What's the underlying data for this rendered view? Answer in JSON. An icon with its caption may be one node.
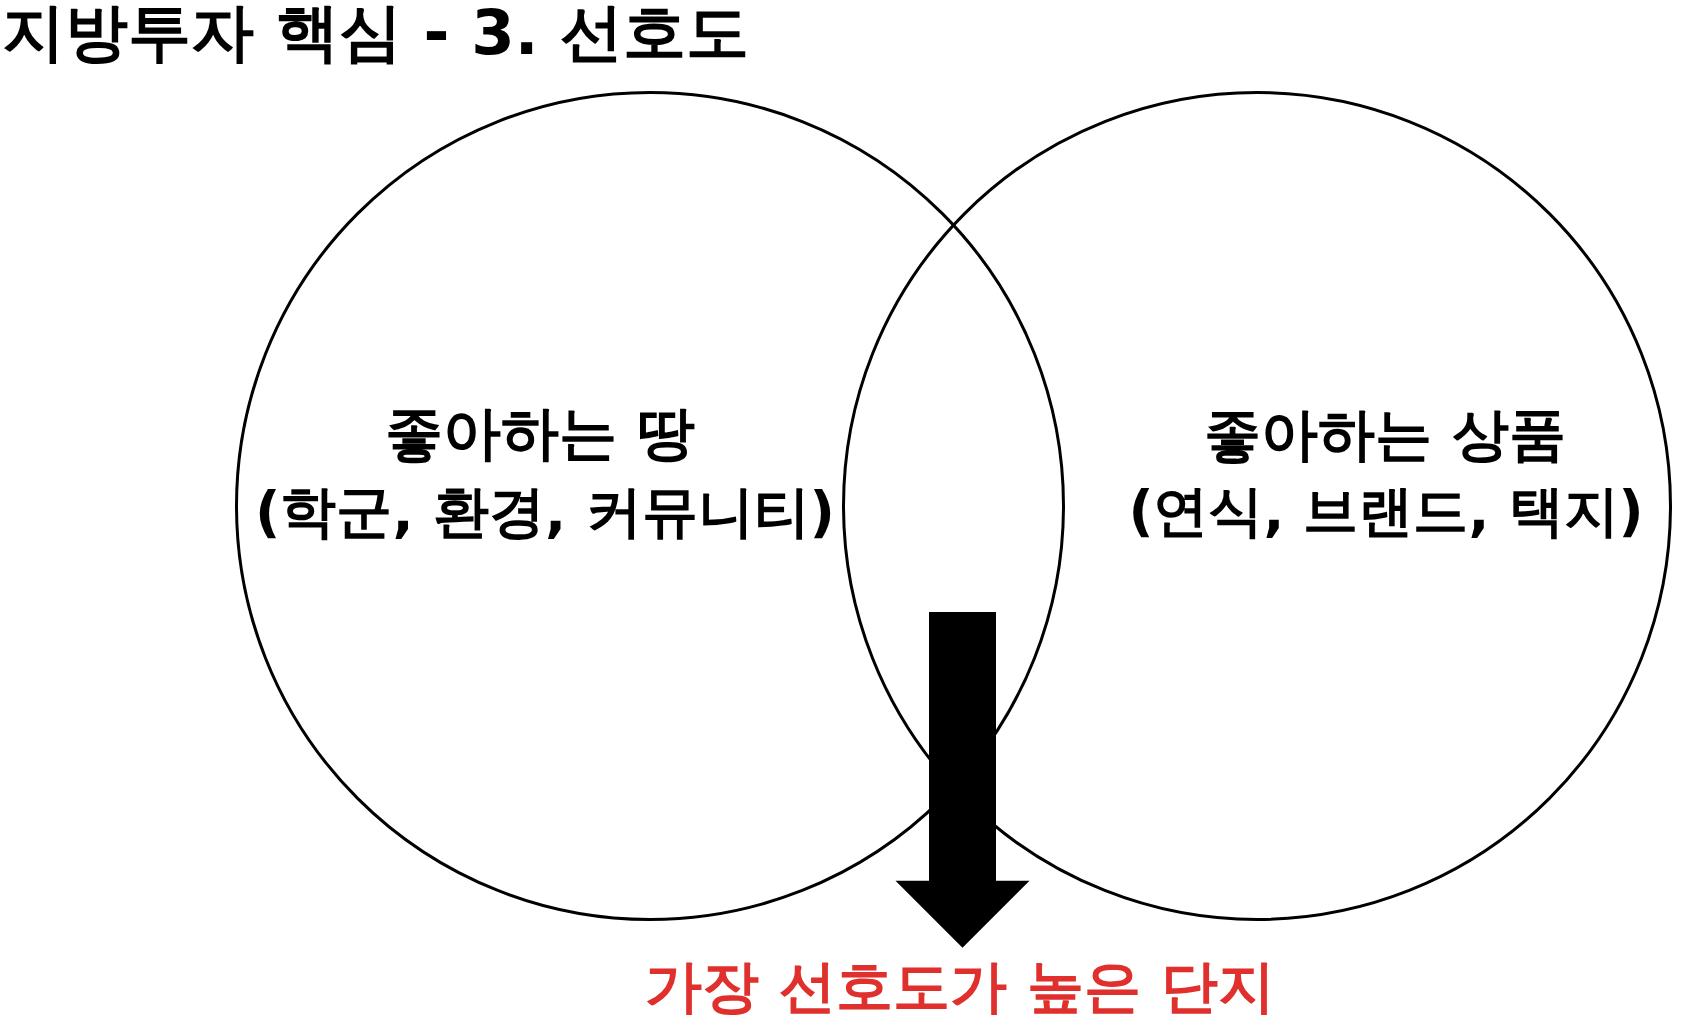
{
  "diagram": {
    "title": "지방투자 핵심 - 3. 선호도",
    "nodes": [
      {
        "text": [
          "좋아하는 땅",
          "(학군, 환경, 커뮤니티)"
        ]
      },
      {
        "text": [
          "좋아하는 상품",
          "(연식, 브랜드, 택지)"
        ]
      },
      {
        "text": [
          "가장 선호도가 높은 단지"
        ]
      }
    ],
    "edges": [
      {
        "from": null,
        "to": 2,
        "arrow": "to"
      }
    ]
  }
}
